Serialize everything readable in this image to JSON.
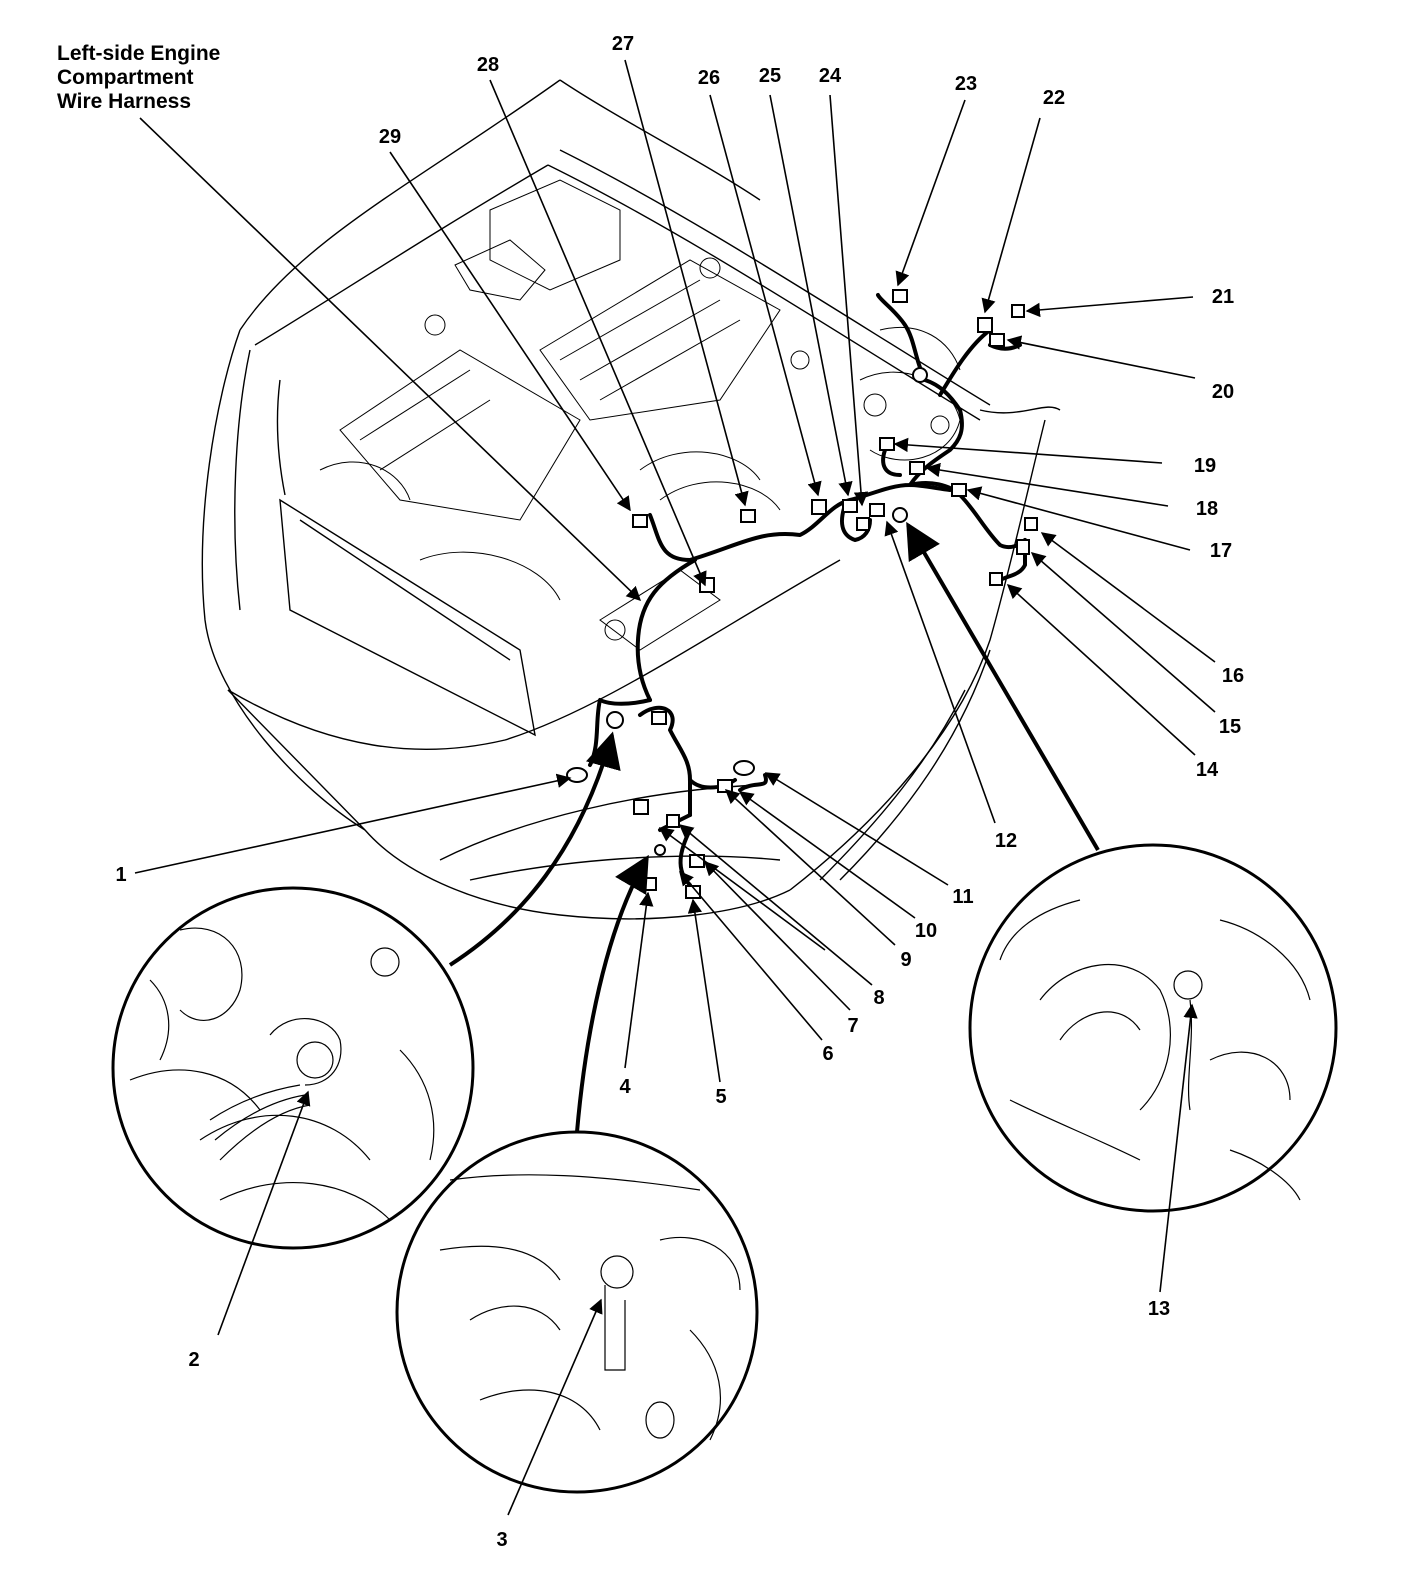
{
  "diagram": {
    "title_lines": [
      "Left-side Engine",
      "Compartment",
      "Wire Harness"
    ],
    "callouts": [
      "1",
      "2",
      "3",
      "4",
      "5",
      "6",
      "7",
      "8",
      "9",
      "10",
      "11",
      "12",
      "13",
      "14",
      "15",
      "16",
      "17",
      "18",
      "19",
      "20",
      "21",
      "22",
      "23",
      "24",
      "25",
      "26",
      "27",
      "28",
      "29"
    ]
  },
  "colors": {
    "line": "#000000",
    "background": "#ffffff"
  }
}
